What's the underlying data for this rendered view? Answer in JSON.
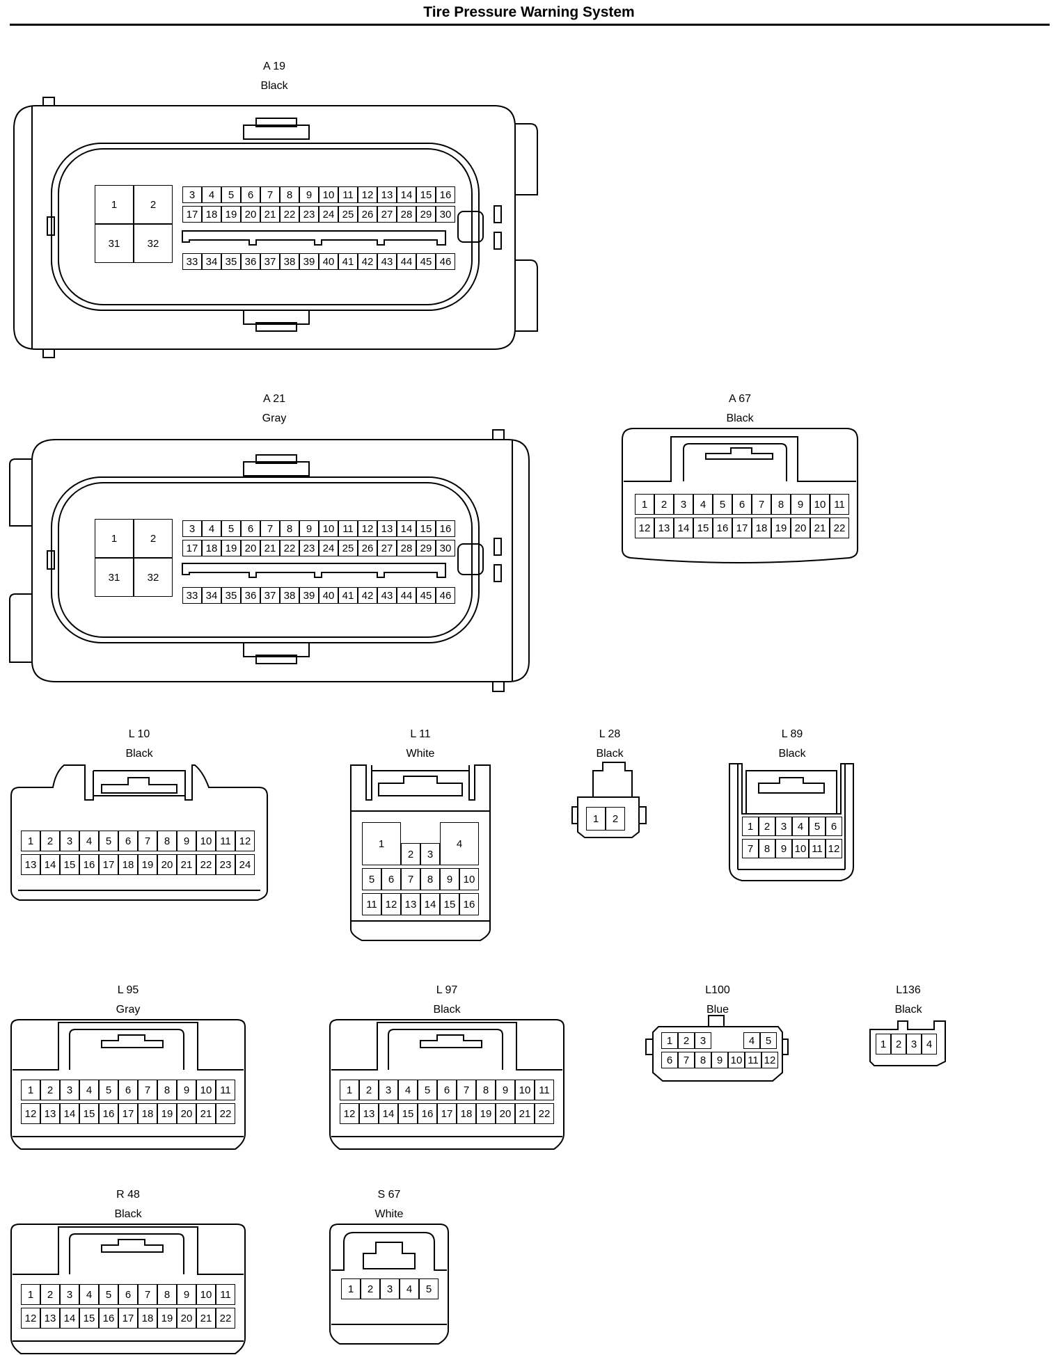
{
  "title": "Tire Pressure Warning System",
  "connectors": [
    {
      "id": "A 19",
      "color": "Black",
      "rows": [
        [
          "1",
          "2",
          "31",
          "32"
        ],
        [
          "3",
          "4",
          "5",
          "6",
          "7",
          "8",
          "9",
          "10",
          "11",
          "12",
          "13",
          "14",
          "15",
          "16"
        ],
        [
          "17",
          "18",
          "19",
          "20",
          "21",
          "22",
          "23",
          "24",
          "25",
          "26",
          "27",
          "28",
          "29",
          "30"
        ],
        [
          "33",
          "34",
          "35",
          "36",
          "37",
          "38",
          "39",
          "40",
          "41",
          "42",
          "43",
          "44",
          "45",
          "46"
        ]
      ]
    },
    {
      "id": "A 21",
      "color": "Gray",
      "rows": [
        [
          "1",
          "2",
          "31",
          "32"
        ],
        [
          "3",
          "4",
          "5",
          "6",
          "7",
          "8",
          "9",
          "10",
          "11",
          "12",
          "13",
          "14",
          "15",
          "16"
        ],
        [
          "17",
          "18",
          "19",
          "20",
          "21",
          "22",
          "23",
          "24",
          "25",
          "26",
          "27",
          "28",
          "29",
          "30"
        ],
        [
          "33",
          "34",
          "35",
          "36",
          "37",
          "38",
          "39",
          "40",
          "41",
          "42",
          "43",
          "44",
          "45",
          "46"
        ]
      ]
    },
    {
      "id": "A 67",
      "color": "Black",
      "rows": [
        [
          "1",
          "2",
          "3",
          "4",
          "5",
          "6",
          "7",
          "8",
          "9",
          "10",
          "11"
        ],
        [
          "12",
          "13",
          "14",
          "15",
          "16",
          "17",
          "18",
          "19",
          "20",
          "21",
          "22"
        ]
      ]
    },
    {
      "id": "L 10",
      "color": "Black",
      "rows": [
        [
          "1",
          "2",
          "3",
          "4",
          "5",
          "6",
          "7",
          "8",
          "9",
          "10",
          "11",
          "12"
        ],
        [
          "13",
          "14",
          "15",
          "16",
          "17",
          "18",
          "19",
          "20",
          "21",
          "22",
          "23",
          "24"
        ]
      ]
    },
    {
      "id": "L 11",
      "color": "White",
      "rows": [
        [
          "1",
          "2",
          "3",
          "4"
        ],
        [
          "5",
          "6",
          "7",
          "8",
          "9",
          "10"
        ],
        [
          "11",
          "12",
          "13",
          "14",
          "15",
          "16"
        ]
      ]
    },
    {
      "id": "L 28",
      "color": "Black",
      "rows": [
        [
          "1",
          "2"
        ]
      ]
    },
    {
      "id": "L 89",
      "color": "Black",
      "rows": [
        [
          "1",
          "2",
          "3",
          "4",
          "5",
          "6"
        ],
        [
          "7",
          "8",
          "9",
          "10",
          "11",
          "12"
        ]
      ]
    },
    {
      "id": "L 95",
      "color": "Gray",
      "rows": [
        [
          "1",
          "2",
          "3",
          "4",
          "5",
          "6",
          "7",
          "8",
          "9",
          "10",
          "11"
        ],
        [
          "12",
          "13",
          "14",
          "15",
          "16",
          "17",
          "18",
          "19",
          "20",
          "21",
          "22"
        ]
      ]
    },
    {
      "id": "L 97",
      "color": "Black",
      "rows": [
        [
          "1",
          "2",
          "3",
          "4",
          "5",
          "6",
          "7",
          "8",
          "9",
          "10",
          "11"
        ],
        [
          "12",
          "13",
          "14",
          "15",
          "16",
          "17",
          "18",
          "19",
          "20",
          "21",
          "22"
        ]
      ]
    },
    {
      "id": "L100",
      "color": "Blue",
      "rows": [
        [
          "1",
          "2",
          "3",
          "4",
          "5"
        ],
        [
          "6",
          "7",
          "8",
          "9",
          "10",
          "11",
          "12"
        ]
      ]
    },
    {
      "id": "L136",
      "color": "Black",
      "rows": [
        [
          "1",
          "2",
          "3",
          "4"
        ]
      ]
    },
    {
      "id": "R 48",
      "color": "Black",
      "rows": [
        [
          "1",
          "2",
          "3",
          "4",
          "5",
          "6",
          "7",
          "8",
          "9",
          "10",
          "11"
        ],
        [
          "12",
          "13",
          "14",
          "15",
          "16",
          "17",
          "18",
          "19",
          "20",
          "21",
          "22"
        ]
      ]
    },
    {
      "id": "S 67",
      "color": "White",
      "rows": [
        [
          "1",
          "2",
          "3",
          "4",
          "5"
        ]
      ]
    }
  ]
}
